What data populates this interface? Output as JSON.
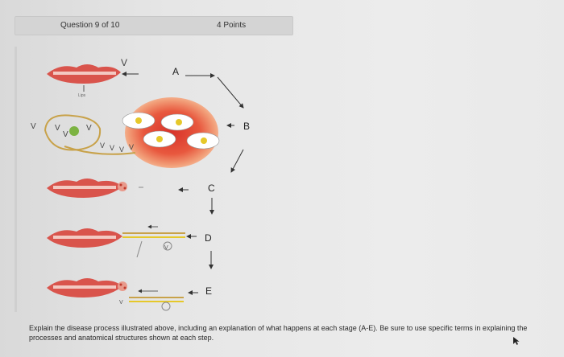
{
  "header": {
    "question_label": "Question 9 of 10",
    "points_label": "4 Points"
  },
  "diagram": {
    "labels": {
      "a": "A",
      "b": "B",
      "c": "C",
      "d": "D",
      "e": "E",
      "lips_caption": "Lips"
    }
  },
  "prompt": {
    "text": "Explain the disease process illustrated above, including an explanation of what happens at each stage (A-E). Be sure to use specific terms in explaining the processes and anatomical structures shown at each step."
  },
  "colors": {
    "lip": "#d9544c",
    "nucleus_yellow": "#e6c82a",
    "nucleus_green": "#7cb342",
    "neuron": "#c8a24a"
  }
}
